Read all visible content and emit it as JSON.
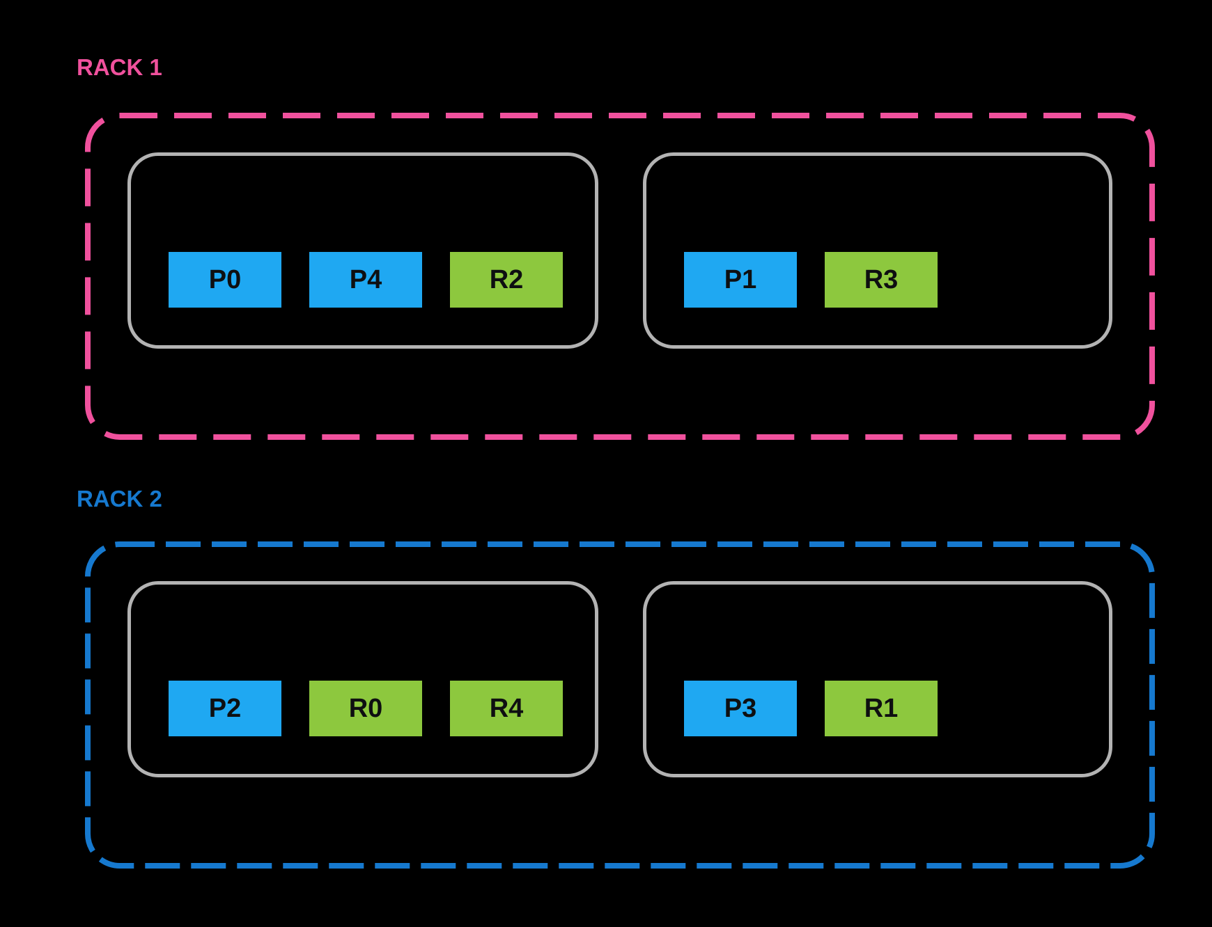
{
  "colors": {
    "background": "#000000",
    "rack1_accent": "#F0519D",
    "rack2_accent": "#1679CF",
    "primary_blue": "#1FA8F2",
    "replica_green": "#8DC83E",
    "node_border": "#B3B3B3",
    "box_text": "#0E0F11"
  },
  "racks": [
    {
      "label": "RACK 1",
      "nodes": [
        {
          "boxes": [
            {
              "label": "P0",
              "kind": "primary"
            },
            {
              "label": "P4",
              "kind": "primary"
            },
            {
              "label": "R2",
              "kind": "replica"
            }
          ]
        },
        {
          "boxes": [
            {
              "label": "P1",
              "kind": "primary"
            },
            {
              "label": "R3",
              "kind": "replica"
            }
          ]
        }
      ]
    },
    {
      "label": "RACK 2",
      "nodes": [
        {
          "boxes": [
            {
              "label": "P2",
              "kind": "primary"
            },
            {
              "label": "R0",
              "kind": "replica"
            },
            {
              "label": "R4",
              "kind": "replica"
            }
          ]
        },
        {
          "boxes": [
            {
              "label": "P3",
              "kind": "primary"
            },
            {
              "label": "R1",
              "kind": "replica"
            }
          ]
        }
      ]
    }
  ]
}
